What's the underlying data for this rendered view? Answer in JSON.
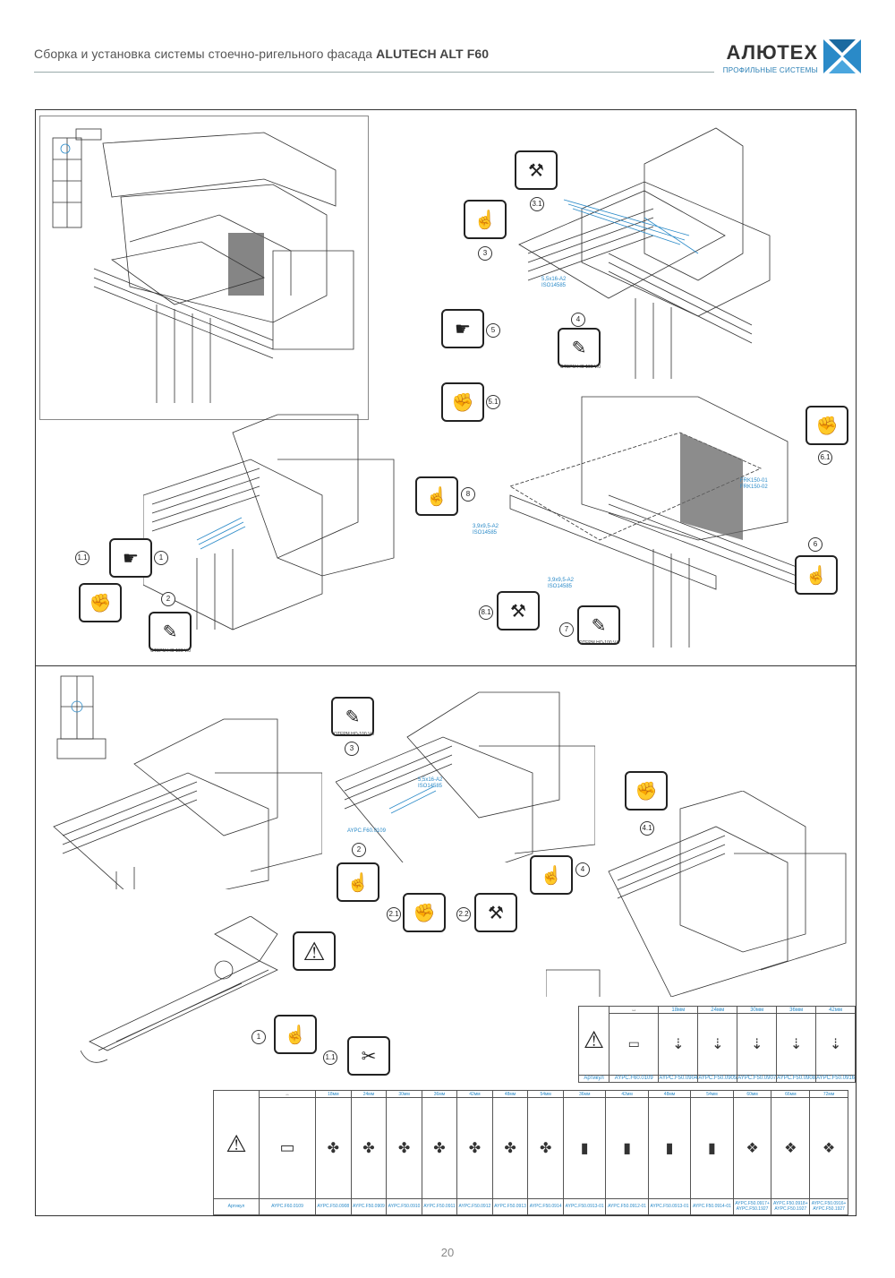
{
  "header": {
    "title_prefix": "Сборка и установка системы стоечно-ригельного фасада ",
    "title_bold": "ALUTECH ALT F60"
  },
  "logo": {
    "name": "АЛЮТЕХ",
    "subtitle": "ПРОФИЛЬНЫЕ СИСТЕМЫ",
    "accent": "#2a8ac8"
  },
  "callouts": {
    "top_right": [
      "3.1",
      "3",
      "5",
      "5.1",
      "4"
    ],
    "mid_left": [
      "1.1",
      "1",
      "2"
    ],
    "mid_right": [
      "8",
      "8.1",
      "7",
      "6",
      "6.1"
    ],
    "bottom_center": [
      "3",
      "2",
      "2.1",
      "2.2"
    ],
    "bottom_right": [
      "4.1",
      "4"
    ],
    "bottom_left": [
      "1",
      "1.1"
    ]
  },
  "annotations": {
    "screw_1": "5,5x16-А2\nISO14585",
    "sealant_1": "ОТЕРМ НО-100 V.0",
    "sealant_2": "ОТЕРМ НО-100 V.0",
    "screw_2": "3,9x9,5-А2\nISO14585",
    "screw_3": "3,9x9,5-А2\nISO14585",
    "sealant_3": "ОТЕРМ НО-100 V.0",
    "frk": "FRK150-01\nFRK150-02",
    "sealant_4": "ОТЕРМ НО-100 V.0",
    "screw_4": "5,5x16-А2\nISO14585",
    "part_1": "AYPC.F60.0109"
  },
  "small_table": {
    "header_left": "Артикул",
    "header_part": "AYPC.F60.0109",
    "sizes": [
      "18мм",
      "24мм",
      "30мм",
      "36мм",
      "42мм"
    ],
    "articles": [
      "AYPC.F50.0904",
      "AYPC.F50.0905",
      "AYPC.F50.0907",
      "AYPC.F50.0908",
      "AYPC.F50.0916"
    ]
  },
  "big_table": {
    "header_left": "Артикул",
    "header_part": "AYPC.F60.0109",
    "sizes": [
      "18мм",
      "24мм",
      "30мм",
      "36мм",
      "42мм",
      "48мм",
      "54мм",
      "36мм",
      "42мм",
      "48мм",
      "54мм",
      "60мм",
      "66мм",
      "72мм"
    ],
    "articles": [
      "AYPC.F50.0908",
      "AYPC.F50.0909",
      "AYPC.F50.0910",
      "AYPC.F50.0911",
      "AYPC.F50.0912",
      "AYPC.F50.0913",
      "AYPC.F50.0914",
      "AYPC.F50.0913-01",
      "AYPC.F50.0912-01",
      "AYPC.F50.0913-01",
      "AYPC.F50.0914-01",
      "AYPC.F50.0917+\nAYPC.F50.1927",
      "AYPC.F50.0918+\nAYPC.F50.1927",
      "AYPC.F50.0916+\nAYPC.F50.1927"
    ]
  },
  "page_number": "20"
}
